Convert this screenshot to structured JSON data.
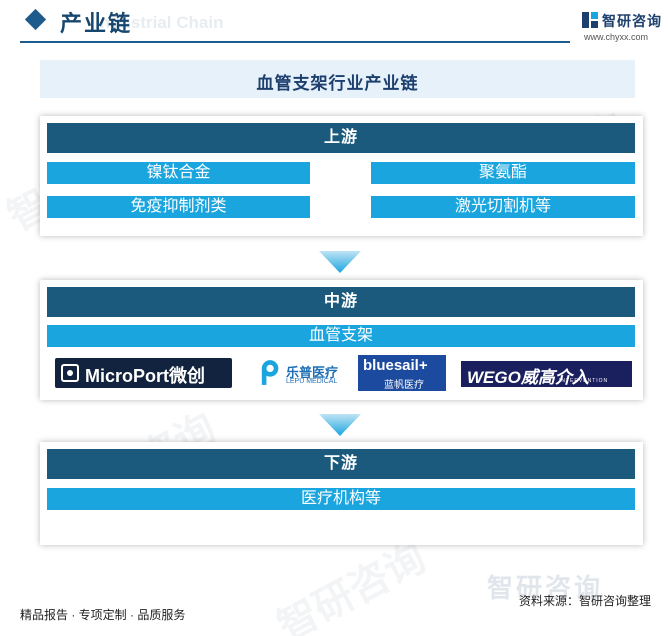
{
  "header": {
    "title": "产业链",
    "watermark_en": "Industrial Chain",
    "logo_name": "智研咨询",
    "logo_url": "www.chyxx.com"
  },
  "chart_title": "血管支架行业产业链",
  "upstream": {
    "label": "上游",
    "items": [
      "镍钛合金",
      "聚氨酯",
      "免疫抑制剂类",
      "激光切割机等"
    ]
  },
  "midstream": {
    "label": "中游",
    "item": "血管支架",
    "companies": [
      {
        "name": "MicroPort微创"
      },
      {
        "name": "乐普医疗",
        "sub": "LEPU MEDICAL"
      },
      {
        "name": "bluesail+",
        "sub": "蓝帆医疗"
      },
      {
        "name": "WEGO威高介入",
        "sub": "INTERVENTION"
      }
    ]
  },
  "downstream": {
    "label": "下游",
    "item": "医疗机构等"
  },
  "footer": {
    "left": "精品报告 · 专项定制 · 品质服务",
    "source": "资料来源：智研咨询整理",
    "watermark": "智研咨询"
  },
  "colors": {
    "stage_header": "#1b5a7d",
    "item": "#1aa5df",
    "title_band": "#e6f1fa",
    "arrow": "#1aa5df"
  },
  "icons": [
    "diamond-icon",
    "chyxx-logo-icon",
    "down-arrow-icon"
  ]
}
